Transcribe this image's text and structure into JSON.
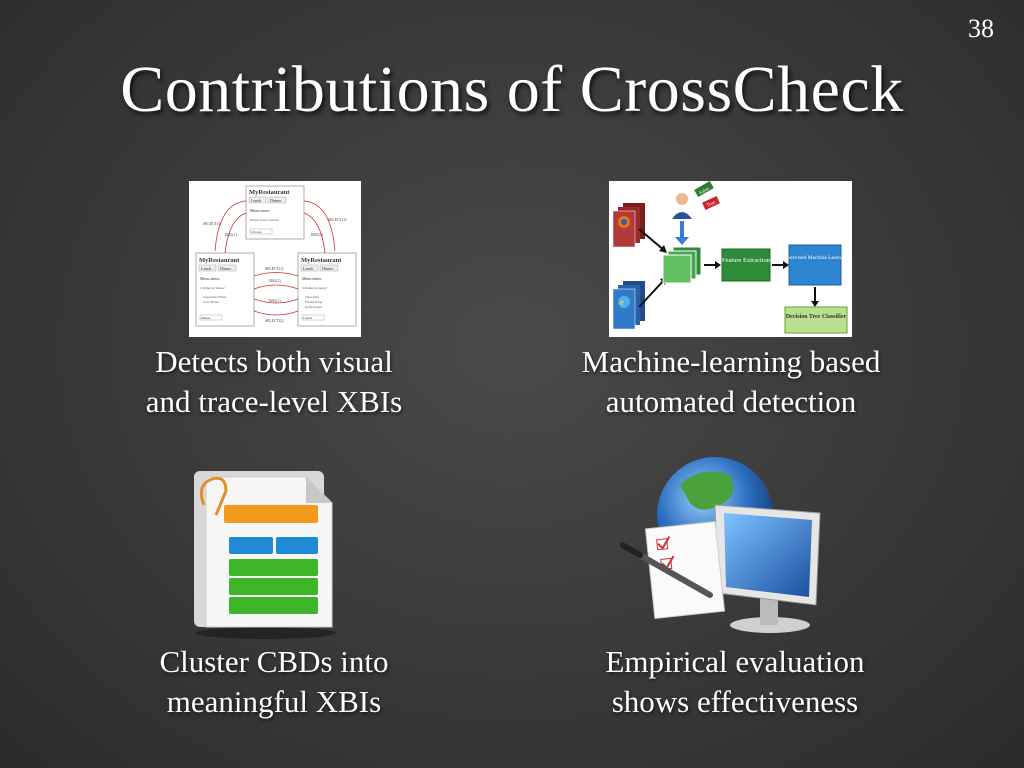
{
  "slide_number": "38",
  "title": "Contributions of CrossCheck",
  "items": [
    {
      "caption_line1": "Detects both visual",
      "caption_line2": "and trace-level XBIs"
    },
    {
      "caption_line1": "Machine-learning based",
      "caption_line2": "automated detection"
    },
    {
      "caption_line1": "Cluster CBDs into",
      "caption_line2": "meaningful XBIs"
    },
    {
      "caption_line1": "Empirical evaluation",
      "caption_line2": "shows effectiveness"
    }
  ],
  "diagram1": {
    "restaurant": "MyRestaurant",
    "tab_lunch": "Lunch",
    "tab_dinner": "Dinner",
    "menu_items": "Menu items:",
    "select_option": "Please select options",
    "dishes": "2 dishes in menu!",
    "dishes_right": "3 dishes in menu!",
    "choose": "Choose",
    "dinner": "Dinner",
    "lunch": "Lunch",
    "left_items": [
      "Vegetarian Platter",
      "Gyro Platter"
    ],
    "right_items": [
      "Shawarma",
      "Falafel Wrap",
      "Kafta Kebab"
    ],
    "edge_select1": "SELECT(1)",
    "edge_select2": "SELECT(2)",
    "edge_img0": "IMG(0)",
    "edge_img1": "IMG(1)",
    "edge_img2": "IMG(2)"
  },
  "diagram2": {
    "false_label": "False",
    "true_label": "True",
    "feature": "Feature Extraction",
    "supervised": "Supervised Machine Learning",
    "decision": "Decision Tree Classifier"
  },
  "colors": {
    "background": "#3c3c3c",
    "feature_box": "#2e8b3a",
    "ml_box": "#2e86d0",
    "decision_box": "#b9e08c"
  }
}
